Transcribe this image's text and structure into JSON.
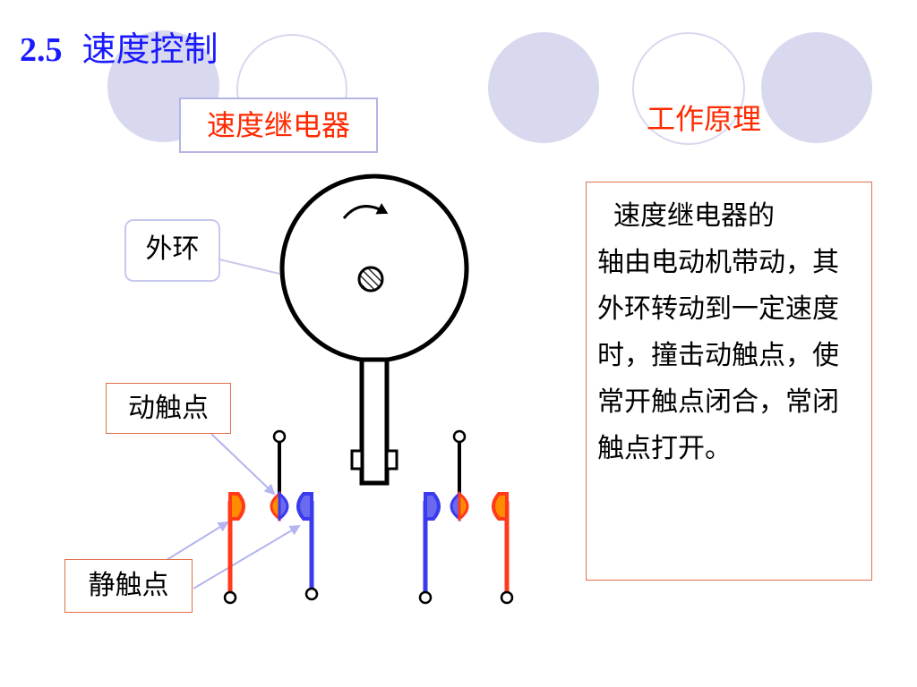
{
  "slide": {
    "section_number": "2.5",
    "title": "速度控制"
  },
  "relay_title": "速度继电器",
  "principle_title": "工作原理",
  "explanation": {
    "line1": "速度继电器的",
    "rest": "轴由电动机带动，其外环转动到一定速度时，撞击动触点，使常开触点闭合，常闭触点打开。"
  },
  "labels": {
    "outer_ring": "外环",
    "moving_contact": "动触点",
    "static_contact": "静触点"
  },
  "colors": {
    "title_blue": "#1a1aff",
    "heading_red": "#ff2a00",
    "contact_red": "#ff3a1a",
    "contact_orange": "#ff8c00",
    "contact_blue": "#3a3aee",
    "decor_lavender": "#d8d8ee",
    "arrow_line": "#b4b4f0"
  },
  "icons": [
    "rotation-arrow-icon",
    "hatched-shaft-icon"
  ]
}
